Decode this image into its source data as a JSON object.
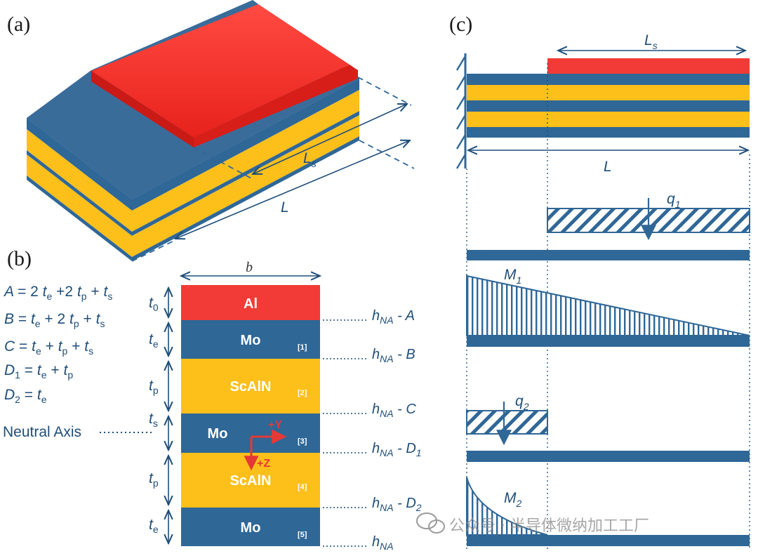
{
  "panels": {
    "a": "(a)",
    "b": "(b)",
    "c": "(c)"
  },
  "panel_a": {
    "Ls": "L",
    "Ls_sub": "s",
    "L": "L"
  },
  "panel_b": {
    "width_label": "b",
    "equations": [
      {
        "lhs": "A",
        "rhs": "= 2 t_e + 2 t_p + t_s"
      },
      {
        "lhs": "B",
        "rhs": "= t_e + 2 t_p + t_s"
      },
      {
        "lhs": "C",
        "rhs": "= t_e + t_p + t_s"
      },
      {
        "lhs": "D_1",
        "rhs": "= t_e + t_p"
      },
      {
        "lhs": "D_2",
        "rhs": "= t_e"
      }
    ],
    "neutral_axis": "Neutral Axis",
    "layers": [
      {
        "name": "Al",
        "index": "",
        "thickness": "t0",
        "color": "#f23b36"
      },
      {
        "name": "Mo",
        "index": "[1]",
        "thickness": "te",
        "color": "#2f6797"
      },
      {
        "name": "ScAlN",
        "index": "[2]",
        "thickness": "tp",
        "color": "#fdbf1a"
      },
      {
        "name": "Mo",
        "index": "[3]",
        "thickness": "ts",
        "color": "#2f6797"
      },
      {
        "name": "ScAlN",
        "index": "[4]",
        "thickness": "tp",
        "color": "#fdbf1a"
      },
      {
        "name": "Mo",
        "index": "[5]",
        "thickness": "te",
        "color": "#2f6797"
      }
    ],
    "axes": {
      "y": "+Y",
      "z": "+Z"
    },
    "heights": [
      "hNA - A",
      "hNA - B",
      "hNA - C",
      "hNA - D1",
      "hNA - D2",
      "hNA"
    ]
  },
  "panel_c": {
    "Ls": "Ls",
    "L": "L",
    "q1": "q1",
    "M1": "M1",
    "q2": "q2",
    "M2": "M2"
  },
  "watermark": "公众号 · 半导体微纳加工工厂",
  "colors": {
    "blue": "#2f6797",
    "yellow": "#fdbf1a",
    "red": "#f23b36",
    "dark": "#1f4e7a"
  }
}
